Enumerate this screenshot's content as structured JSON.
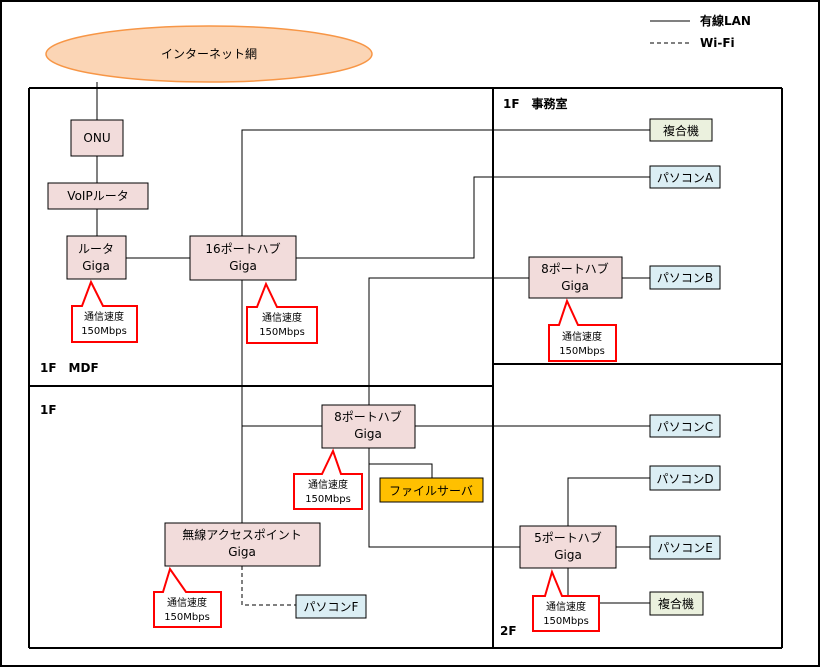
{
  "legend": {
    "wired_label": "有線LAN",
    "wifi_label": "Wi-Fi"
  },
  "internet": {
    "label": "インターネット網",
    "fill": "#fbd5b5",
    "stroke": "#f79646"
  },
  "areas": {
    "mdf_label": "1F　MDF",
    "office_label": "1F　事務室",
    "floor1_label": "1F",
    "floor2_label": "2F"
  },
  "devices": {
    "onu": "ONU",
    "voip_router": "VoIPルータ",
    "router": {
      "name": "ルータ",
      "speed": "Giga"
    },
    "hub16": {
      "name": "16ポートハブ",
      "speed": "Giga"
    },
    "hub8_office": {
      "name": "8ポートハブ",
      "speed": "Giga"
    },
    "hub8_1f": {
      "name": "8ポートハブ",
      "speed": "Giga"
    },
    "hub5_2f": {
      "name": "5ポートハブ",
      "speed": "Giga"
    },
    "access_point": {
      "name": "無線アクセスポイント",
      "speed": "Giga"
    },
    "mfp_office": "複合機",
    "mfp_2f": "複合機",
    "file_server": "ファイルサーバ",
    "pc_a": "パソコンA",
    "pc_b": "パソコンB",
    "pc_c": "パソコンC",
    "pc_d": "パソコンD",
    "pc_e": "パソコンE",
    "pc_f": "パソコンF"
  },
  "callouts": [
    {
      "line1": "通信速度",
      "line2": "150Mbps"
    },
    {
      "line1": "通信速度",
      "line2": "150Mbps"
    },
    {
      "line1": "通信速度",
      "line2": "150Mbps"
    },
    {
      "line1": "通信速度",
      "line2": "150Mbps"
    },
    {
      "line1": "通信速度",
      "line2": "150Mbps"
    },
    {
      "line1": "通信速度",
      "line2": "150Mbps"
    }
  ],
  "colors": {
    "device_fill": "#f2dcdb",
    "pc_fill": "#dbeef4",
    "mfp_fill": "#ebf1de",
    "server_fill": "#ffc000",
    "callout_border": "#ff0000"
  }
}
